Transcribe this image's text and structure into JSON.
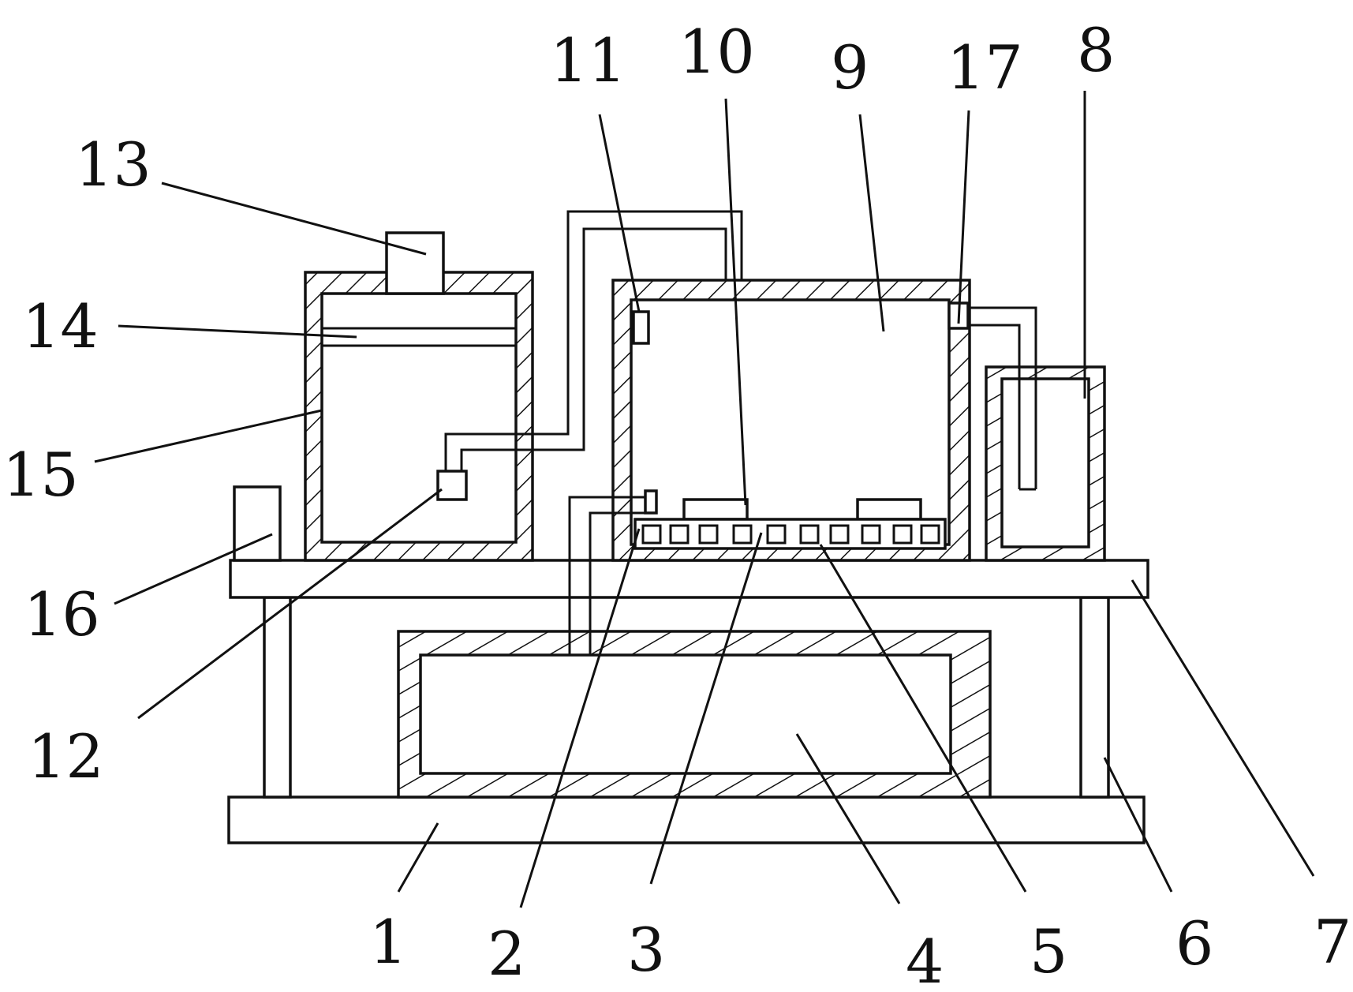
{
  "labels": {
    "n1": "1",
    "n2": "2",
    "n3": "3",
    "n4": "4",
    "n5": "5",
    "n6": "6",
    "n7": "7",
    "n8": "8",
    "n9": "9",
    "n10": "10",
    "n11": "11",
    "n12": "12",
    "n13": "13",
    "n14": "14",
    "n15": "15",
    "n16": "16",
    "n17": "17"
  }
}
